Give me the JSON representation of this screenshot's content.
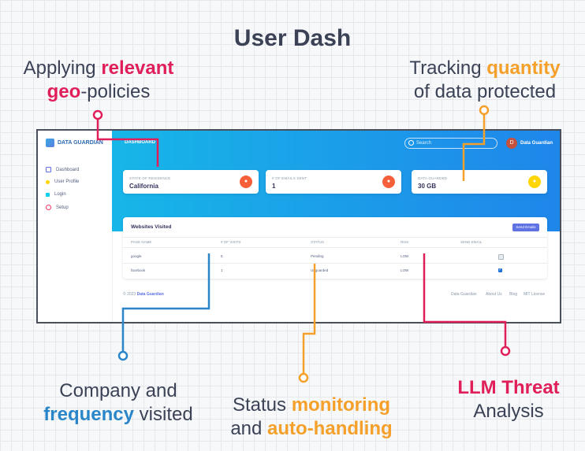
{
  "title": "User Dash",
  "callouts": {
    "geo": {
      "pre": "Applying ",
      "bold": "relevant",
      "bold2": "geo",
      "post": "-policies"
    },
    "quantity": {
      "pre": "Tracking ",
      "bold": "quantity",
      "line2": "of data protected"
    },
    "company": {
      "line1": "Company and",
      "bold": "frequency",
      "post": " visited"
    },
    "status": {
      "pre": "Status ",
      "bold": "monitoring",
      "line2_pre": "and ",
      "bold2": "auto-handling"
    },
    "llm": {
      "bold": "LLM Threat",
      "line2": "Analysis"
    }
  },
  "colors": {
    "red": "#e01e5a",
    "orange": "#f4a02b",
    "blue": "#2a86c8"
  },
  "app": {
    "brand": "DATA GUARDIAN",
    "breadcrumb": "DASHBOARD",
    "search_placeholder": "Search",
    "user_initial": "D",
    "user_name": "Data Guardian",
    "nav": [
      {
        "label": "Dashboard",
        "icon": "monitor-icon"
      },
      {
        "label": "User Profile",
        "icon": "user-icon"
      },
      {
        "label": "Login",
        "icon": "key-icon"
      },
      {
        "label": "Setup",
        "icon": "circle-icon"
      }
    ],
    "stats": [
      {
        "label": "STATE OF RESIDENCE",
        "value": "California",
        "icon": "chart-icon",
        "color": "#f5603a"
      },
      {
        "label": "# OF EMAILS SENT",
        "value": "1",
        "icon": "chart-icon",
        "color": "#f5603a"
      },
      {
        "label": "DATA GUARDED",
        "value": "30 GB",
        "icon": "users-icon",
        "color": "#ffd600"
      }
    ],
    "table": {
      "title": "Websites Visited",
      "button": "Send Emails",
      "columns": [
        "PAGE NAME",
        "# OF VISITS",
        "STATUS",
        "RISK",
        "SEND EMAIL"
      ],
      "rows": [
        {
          "page": "google",
          "visits": "5",
          "status": "Pending",
          "risk": "LOW",
          "checked": false
        },
        {
          "page": "facebook",
          "visits": "1",
          "status": "Unguarded",
          "risk": "LOW",
          "checked": true
        }
      ]
    },
    "footer": {
      "copyright": "© 2023",
      "brand": "Data Guardian",
      "links": [
        "Data Guardian",
        "About Us",
        "Blog",
        "MIT License"
      ]
    }
  }
}
